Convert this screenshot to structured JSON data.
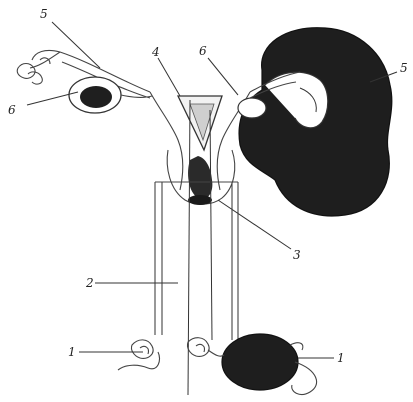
{
  "labels": {
    "l1_left": "1",
    "l1_right": "1",
    "l2": "2",
    "l3": "3",
    "l4": "4",
    "l5": "5",
    "l6_left": "6",
    "l6_right": "6",
    "l5_right": "5"
  }
}
